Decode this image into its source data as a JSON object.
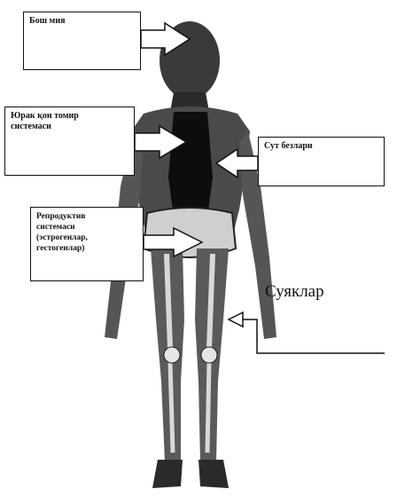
{
  "labels": {
    "brain": "Бош мия",
    "heart": "Юрак қон томир\nсистемаси",
    "breast": "Сут безлари",
    "repro": "Репродуктив\nсистемаси\n(эстрогенлар,\nгестогенлар)",
    "bones": "Суяклар"
  }
}
